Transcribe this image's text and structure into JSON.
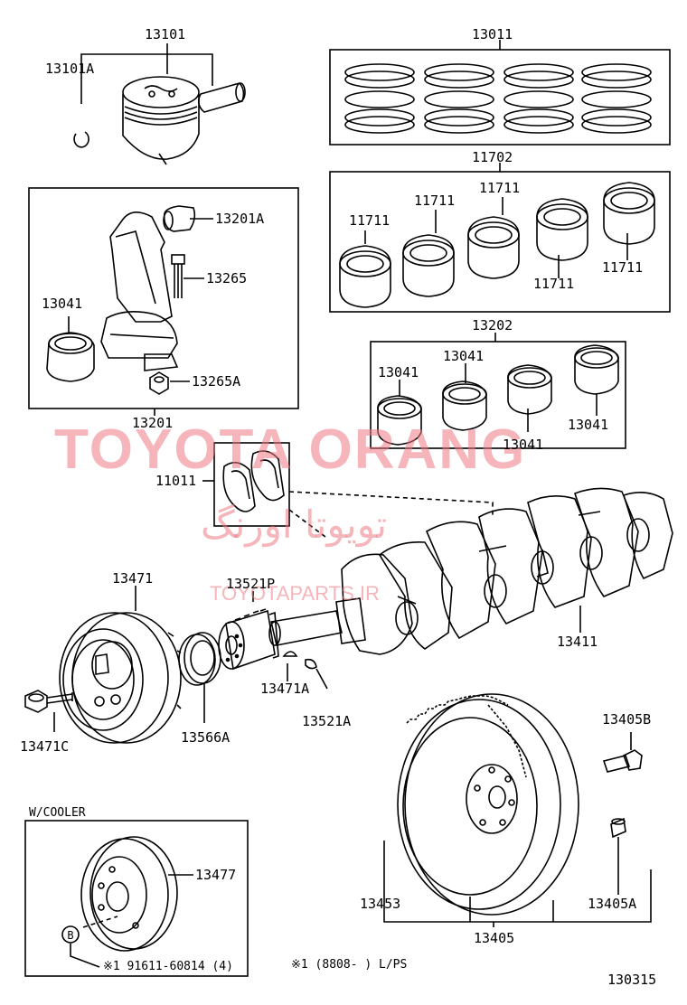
{
  "labels": {
    "p13101": "13101",
    "p13101A": "13101A",
    "p13011": "13011",
    "p11702": "11702",
    "p11711a": "11711",
    "p11711b": "11711",
    "p11711c": "11711",
    "p11711d": "11711",
    "p11711e": "11711",
    "p13201A": "13201A",
    "p13265": "13265",
    "p13041a": "13041",
    "p13265A": "13265A",
    "p13201": "13201",
    "p13202": "13202",
    "p13041b": "13041",
    "p13041c": "13041",
    "p13041d": "13041",
    "p13041e": "13041",
    "p11011": "11011",
    "p13471": "13471",
    "p13521P": "13521P",
    "p13411": "13411",
    "p13471A": "13471A",
    "p13521A": "13521A",
    "p13471C": "13471C",
    "p13566A": "13566A",
    "p13405B": "13405B",
    "p13453": "13453",
    "p13405A": "13405A",
    "p13405": "13405",
    "p13477": "13477",
    "wcooler": "W/COOLER",
    "bolt_note": "※1  91611-60814 (4)",
    "circle_b": "B",
    "lps_note": "※1  (8808-        ) L/PS",
    "diagram_id": "130315"
  },
  "watermark": {
    "main": "TOYOTA ORANG",
    "arabic": "تويوتا اورنگ",
    "url": "TOYOTAPARTS.IR",
    "color": "#ec7882"
  }
}
